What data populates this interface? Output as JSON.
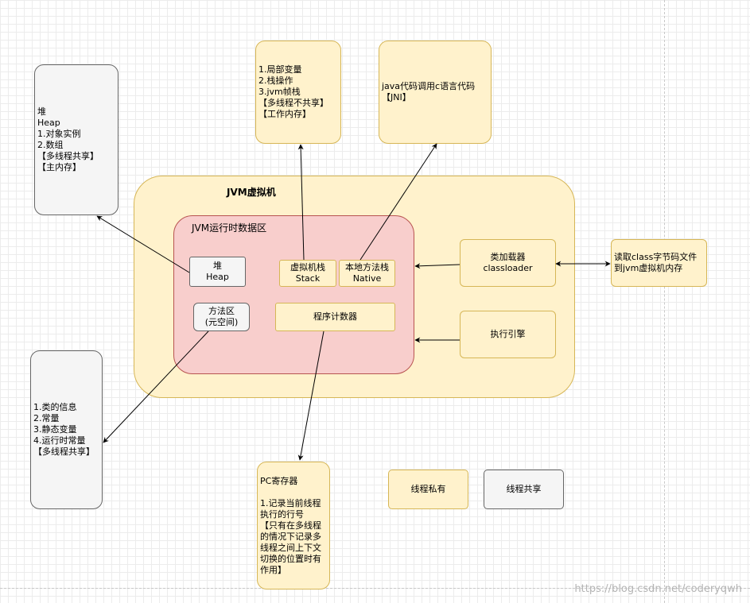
{
  "heap_note": [
    "堆",
    "Heap",
    "1.对象实例",
    "2.数组",
    "【多线程共享】",
    "【主内存】"
  ],
  "stack_note": [
    "1.局部变量",
    "2.栈操作",
    "3.jvm帧栈",
    "【多线程不共享】",
    "【工作内存】"
  ],
  "native_note": [
    "java代码调用c语言代码",
    "【JNI】"
  ],
  "jvm": {
    "title": "JVM虚拟机",
    "runtime_area_title": "JVM运行时数据区",
    "heap": [
      "堆",
      "Heap"
    ],
    "stack": [
      "虚拟机栈",
      "Stack"
    ],
    "native": [
      "本地方法栈",
      "Native"
    ],
    "method_area": [
      "方法区",
      "(元空间)"
    ],
    "pc_counter": "程序计数器",
    "classloader": [
      "类加载器",
      "classloader"
    ],
    "engine": "执行引擎"
  },
  "classfile_note": [
    "读取class字节码文件",
    "到jvm虚拟机内存"
  ],
  "method_note": [
    "1.类的信息",
    "2.常量",
    "3.静态变量",
    "4.运行时常量",
    "【多线程共享】"
  ],
  "pc_note": {
    "title": "PC寄存器",
    "body": "1.记录当前线程执行的行号",
    "extra": "【只有在多线程的情况下记录多线程之间上下文切换的位置时有作用】"
  },
  "legend": {
    "private": "线程私有",
    "shared": "线程共享"
  },
  "watermark": "https://blog.csdn.net/coderyqwh",
  "colors": {
    "yellow_fill": "#fff2cc",
    "yellow_stroke": "#d6b656",
    "gray_fill": "#f5f5f5",
    "gray_stroke": "#666666",
    "red_fill": "#f8cecc",
    "red_stroke": "#b85450"
  }
}
